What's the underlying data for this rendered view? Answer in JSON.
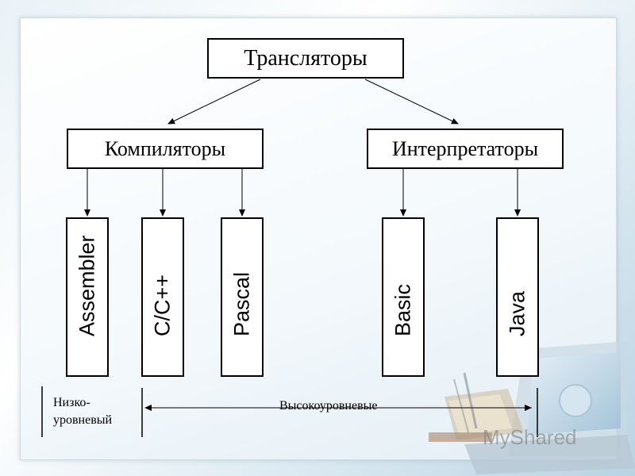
{
  "root": {
    "label": "Трансляторы"
  },
  "categories": [
    {
      "label": "Компиляторы"
    },
    {
      "label": "Интерпретаторы"
    }
  ],
  "languages": [
    {
      "label": "Assembler"
    },
    {
      "label": "C/C++"
    },
    {
      "label": "Pascal"
    },
    {
      "label": "Basic"
    },
    {
      "label": "Java"
    }
  ],
  "levels": {
    "low": "Низко-\nуровневый",
    "high": "Высокоуровневые"
  },
  "watermark": "MyShared"
}
